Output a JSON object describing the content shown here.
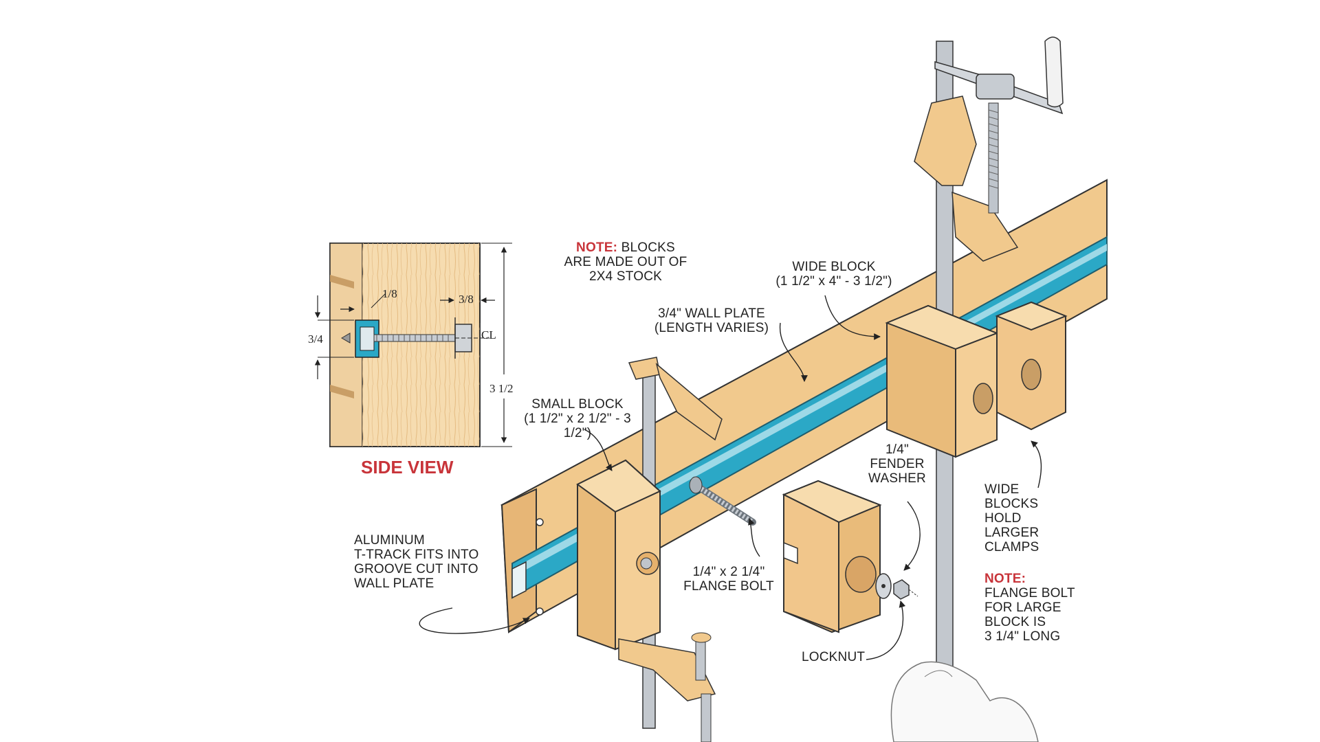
{
  "colors": {
    "wood_light": "#f6d8a8",
    "wood_mid": "#eec184",
    "wood_dark": "#d9a566",
    "track": "#2ba8c6",
    "steel": "#bfc5cc",
    "note_red": "#c8343a"
  },
  "side_view": {
    "title": "SIDE VIEW",
    "dim_eighth": "1/8",
    "dim_three_eighths": "3/8",
    "dim_three_quarter": "3/4",
    "dim_three_half": "3 1/2",
    "centerline": "CL"
  },
  "notes": {
    "top_note_head": "NOTE:",
    "top_note_line1": "BLOCKS",
    "top_note_line2": "ARE MADE OUT OF",
    "top_note_line3": "2X4 STOCK",
    "bottom_note_head": "NOTE:",
    "bottom_note_line1": "FLANGE BOLT",
    "bottom_note_line2": "FOR LARGE",
    "bottom_note_line3": "BLOCK IS",
    "bottom_note_line4": "3 1/4\" LONG"
  },
  "labels": {
    "wide_block_1": "WIDE BLOCK",
    "wide_block_2": "(1 1/2\" x 4\" - 3 1/2\")",
    "wall_plate_1": "3/4\" WALL PLATE",
    "wall_plate_2": "(LENGTH VARIES)",
    "small_block_1": "SMALL BLOCK",
    "small_block_2": "(1 1/2\" x 2 1/2\" - 3 1/2\")",
    "washer_1": "1/4\"",
    "washer_2": "FENDER",
    "washer_3": "WASHER",
    "wide_hold_1": "WIDE",
    "wide_hold_2": "BLOCKS",
    "wide_hold_3": "HOLD",
    "wide_hold_4": "LARGER",
    "wide_hold_5": "CLAMPS",
    "track_1": "ALUMINUM",
    "track_2": "T-TRACK FITS INTO",
    "track_3": "GROOVE CUT INTO",
    "track_4": "WALL PLATE",
    "bolt_1": "1/4\" x 2 1/4\"",
    "bolt_2": "FLANGE BOLT",
    "locknut": "LOCKNUT"
  }
}
